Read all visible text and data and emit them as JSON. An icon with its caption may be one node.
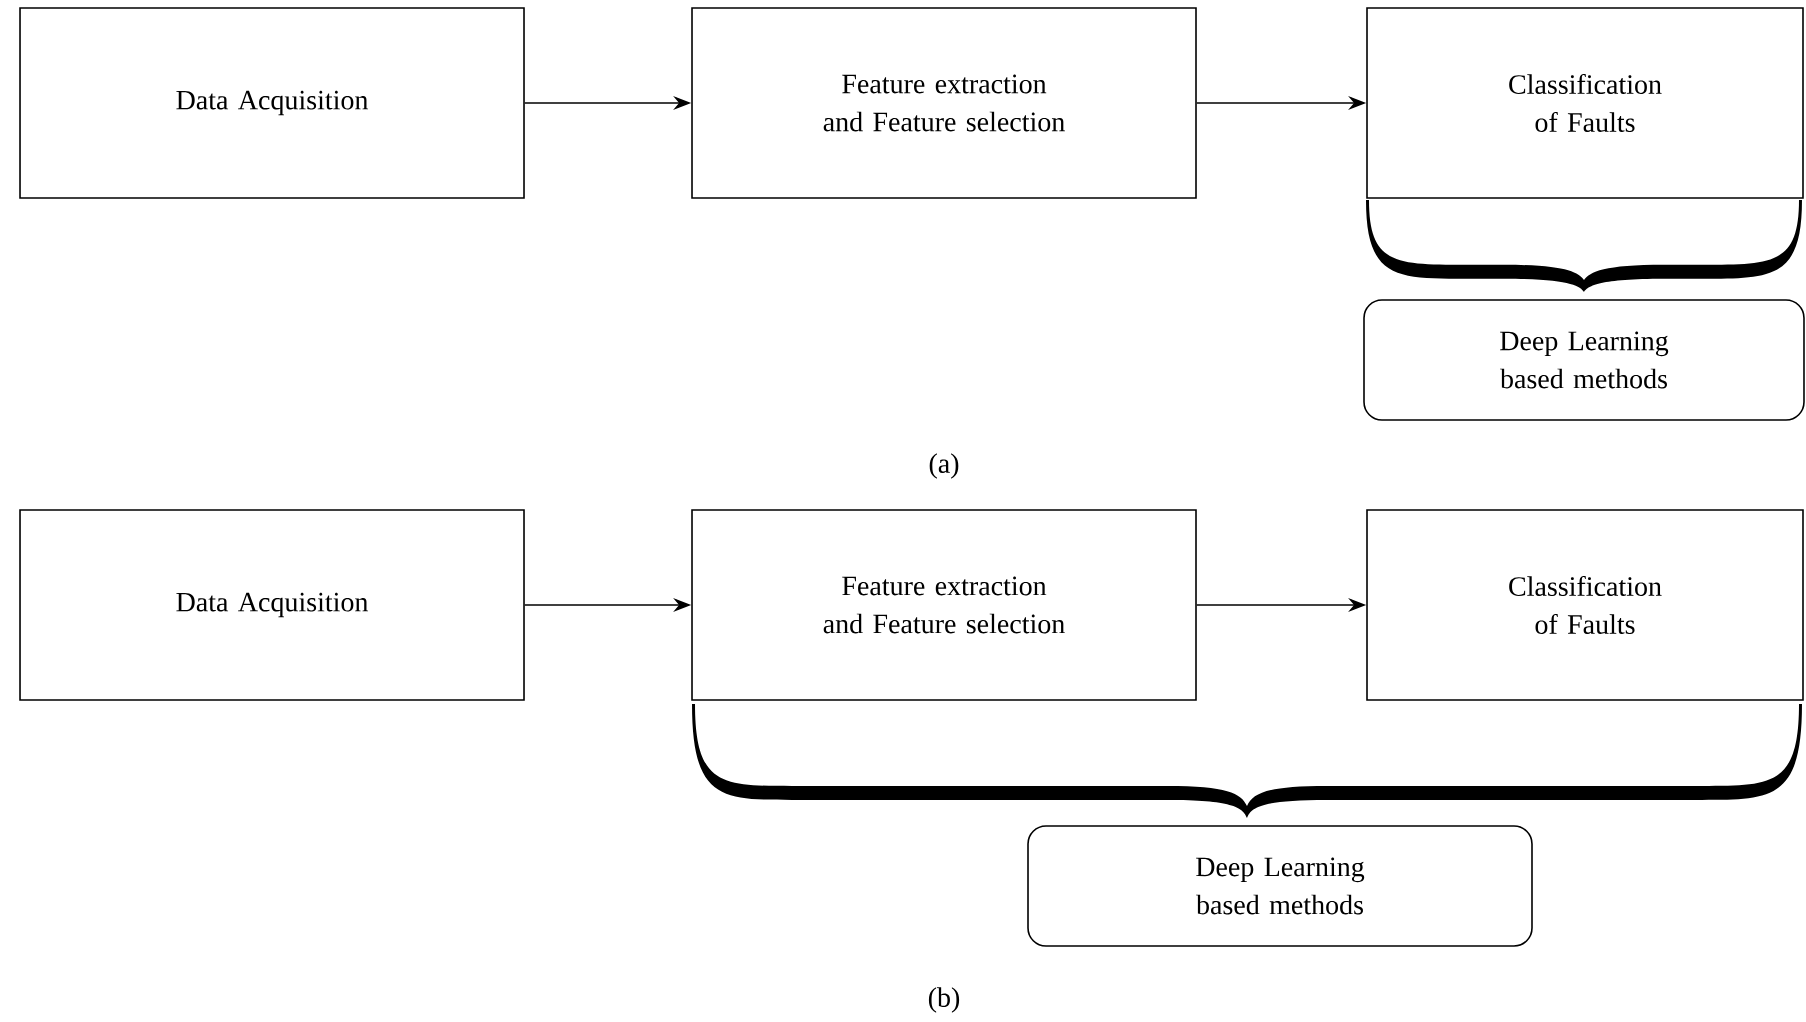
{
  "diagram": {
    "nodes": [
      {
        "text": [
          "Data Acquisition"
        ]
      },
      {
        "text": [
          "Feature extraction and Feature selection"
        ]
      },
      {
        "text": [
          "Classification of Faults"
        ]
      },
      {
        "text": [
          "Deep Learning based methods"
        ]
      },
      {
        "text": [
          "Data Acquisition"
        ]
      },
      {
        "text": [
          "Feature extraction and Feature selection"
        ]
      },
      {
        "text": [
          "Classification of Faults"
        ]
      },
      {
        "text": [
          "Deep Learning based methods"
        ]
      }
    ],
    "edges": [
      {
        "from": 0,
        "to": 1,
        "arrow": "to"
      },
      {
        "from": 1,
        "to": 2,
        "arrow": "to"
      },
      {
        "from": 4,
        "to": 5,
        "arrow": "to"
      },
      {
        "from": 5,
        "to": 6,
        "arrow": "to"
      }
    ],
    "labels": [
      "(a)",
      "(b)"
    ]
  }
}
